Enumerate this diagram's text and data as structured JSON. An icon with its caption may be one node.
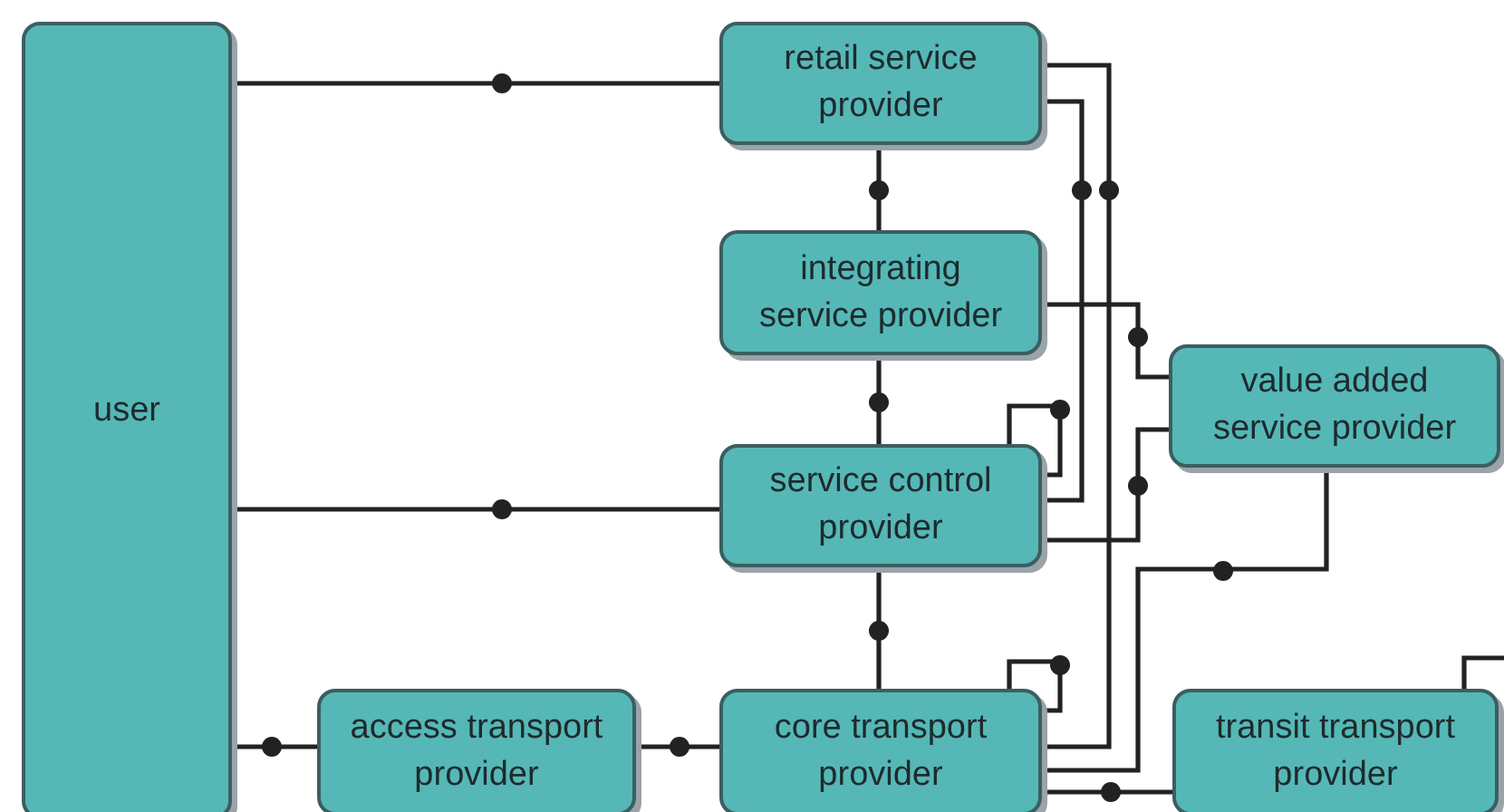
{
  "diagram": {
    "nodes": [
      {
        "text": [
          "user"
        ]
      },
      {
        "text": [
          "retail service provider"
        ]
      },
      {
        "text": [
          "integrating service provider"
        ]
      },
      {
        "text": [
          "service control provider"
        ]
      },
      {
        "text": [
          "value added service provider"
        ]
      },
      {
        "text": [
          "access transport provider"
        ]
      },
      {
        "text": [
          "core transport provider"
        ]
      },
      {
        "text": [
          "transit transport provider"
        ]
      }
    ],
    "edges": [
      {
        "from": 0,
        "to": 1,
        "arrow": "none"
      },
      {
        "from": 0,
        "to": 3,
        "arrow": "none"
      },
      {
        "from": 0,
        "to": 5,
        "arrow": "none"
      },
      {
        "from": 5,
        "to": 6,
        "arrow": "none"
      },
      {
        "from": 1,
        "to": 2,
        "arrow": "none"
      },
      {
        "from": 2,
        "to": 3,
        "arrow": "none"
      },
      {
        "from": 3,
        "to": 6,
        "arrow": "none"
      },
      {
        "from": 3,
        "to": 3,
        "arrow": "none"
      },
      {
        "from": 6,
        "to": 6,
        "arrow": "none"
      },
      {
        "from": 1,
        "to": 6,
        "arrow": "none"
      },
      {
        "from": 1,
        "to": 3,
        "arrow": "none"
      },
      {
        "from": 2,
        "to": 4,
        "arrow": "none"
      },
      {
        "from": 3,
        "to": 4,
        "arrow": "none"
      },
      {
        "from": 4,
        "to": 6,
        "arrow": "none"
      },
      {
        "from": 6,
        "to": 7,
        "arrow": "none"
      },
      {
        "from": 7,
        "to": null,
        "arrow": "none"
      }
    ]
  }
}
